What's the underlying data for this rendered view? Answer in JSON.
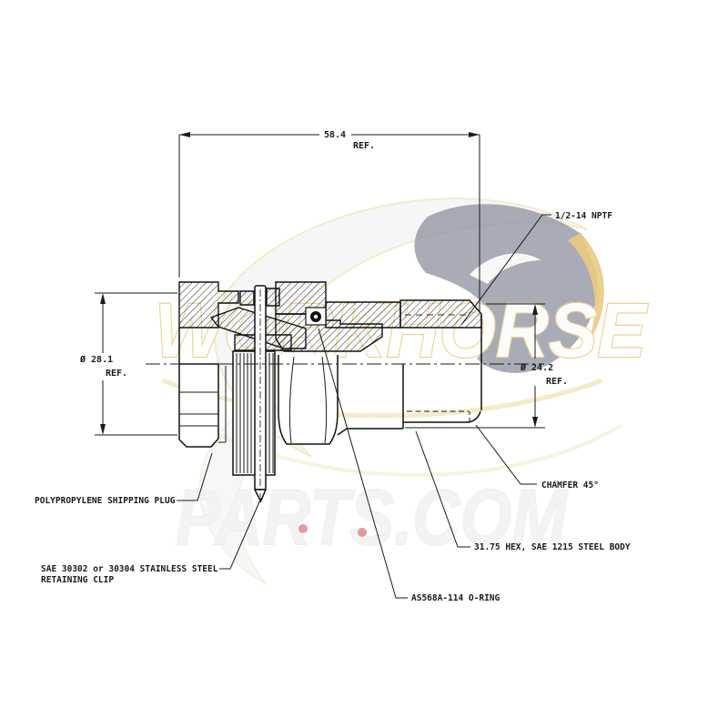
{
  "watermark": {
    "brand": "WORKHORSE",
    "site": "PARTS.COM",
    "gold": "#e2b23c",
    "navy": "#3a4158",
    "light_gray": "#ececec",
    "red_dot": "#c84040"
  },
  "drawing": {
    "line_color": "#1a1a1a",
    "dim_top": {
      "value": "58.4",
      "ref": "REF."
    },
    "dim_left": {
      "value": "Ø 28.1",
      "ref": "REF."
    },
    "dim_right": {
      "value": "Ø 24.2",
      "ref": "REF."
    },
    "callouts": {
      "nptf": {
        "label": "1/2-14 NPTF"
      },
      "chamfer": {
        "label": "CHAMFER 45°"
      },
      "hex_body": {
        "label": "31.75 HEX, SAE 1215 STEEL BODY"
      },
      "oring": {
        "label": "AS568A-114 O-RING"
      },
      "plug": {
        "label": "POLYPROPYLENE SHIPPING PLUG"
      },
      "clip": {
        "label_line1": "SAE 30302 or 30304 STAINLESS STEEL",
        "label_line2": "RETAINING CLIP"
      }
    }
  }
}
